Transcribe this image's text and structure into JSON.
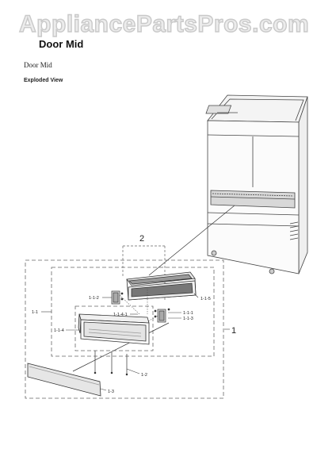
{
  "watermark": "AppliancePartsPros.com",
  "header": {
    "title": "Door Mid",
    "subtitle": "Door Mid",
    "view_label": "Exploded View"
  },
  "callouts": {
    "assembly_1": "1",
    "assembly_2": "2",
    "p_1_1": "1-1",
    "p_1_1_2": "1-1-2",
    "p_1_1_4": "1-1-4",
    "p_1_1_4_1": "1-1-4-1",
    "p_1_1_5": "1-1-5",
    "p_1_1_1": "1-1-1",
    "p_1_1_3": "1-1-3",
    "p_1_2": "1-2",
    "p_1_3": "1-3"
  }
}
